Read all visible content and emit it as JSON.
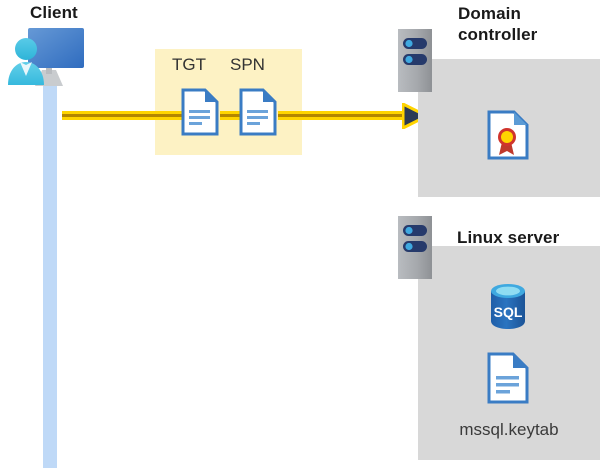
{
  "diagram": {
    "title_visible": false,
    "background": "#ffffff",
    "colors": {
      "accent_yellow": "#ffd400",
      "accent_yellow_dark": "#b38600",
      "panel_yellow": "#fdf2c4",
      "gray_box": "#d8d8d8",
      "lifeline_blue": "#bfd9f7",
      "server_gray": "#a6a6a6",
      "server_dark_blue": "#263a6b",
      "doc_blue": "#3a7cc4",
      "sql_blue": "#2a6db5",
      "arrow_navy": "#2b3a55",
      "text_dark": "#1a1a1a"
    }
  },
  "client": {
    "label": "Client",
    "icon": "user-computer-icon",
    "lifeline_name": "client-lifeline"
  },
  "message_panel": {
    "name": "kerberos-ticket-panel",
    "items": [
      {
        "caption": "TGT",
        "icon": "document-icon"
      },
      {
        "caption": "SPN",
        "icon": "document-icon"
      }
    ]
  },
  "flow": {
    "arrow_name": "client-to-domain-controller-arrow",
    "direction": "right"
  },
  "nodes": [
    {
      "id": "domain-controller",
      "label": "Domain\ncontroller",
      "label_line1": "Domain",
      "label_line2": "controller",
      "server_icon": "server-rack-icon",
      "contents": [
        {
          "name": "certificate-document-icon",
          "icon": "certificate-icon",
          "caption": ""
        }
      ]
    },
    {
      "id": "linux-server",
      "label": "Linux server",
      "label_line1": "Linux server",
      "label_line2": "",
      "server_icon": "server-rack-icon",
      "contents": [
        {
          "name": "sql-database-icon",
          "icon": "sql-database-icon",
          "caption": "SQL"
        },
        {
          "name": "keytab-document-icon",
          "icon": "document-icon",
          "caption": "mssql.keytab"
        }
      ]
    }
  ]
}
